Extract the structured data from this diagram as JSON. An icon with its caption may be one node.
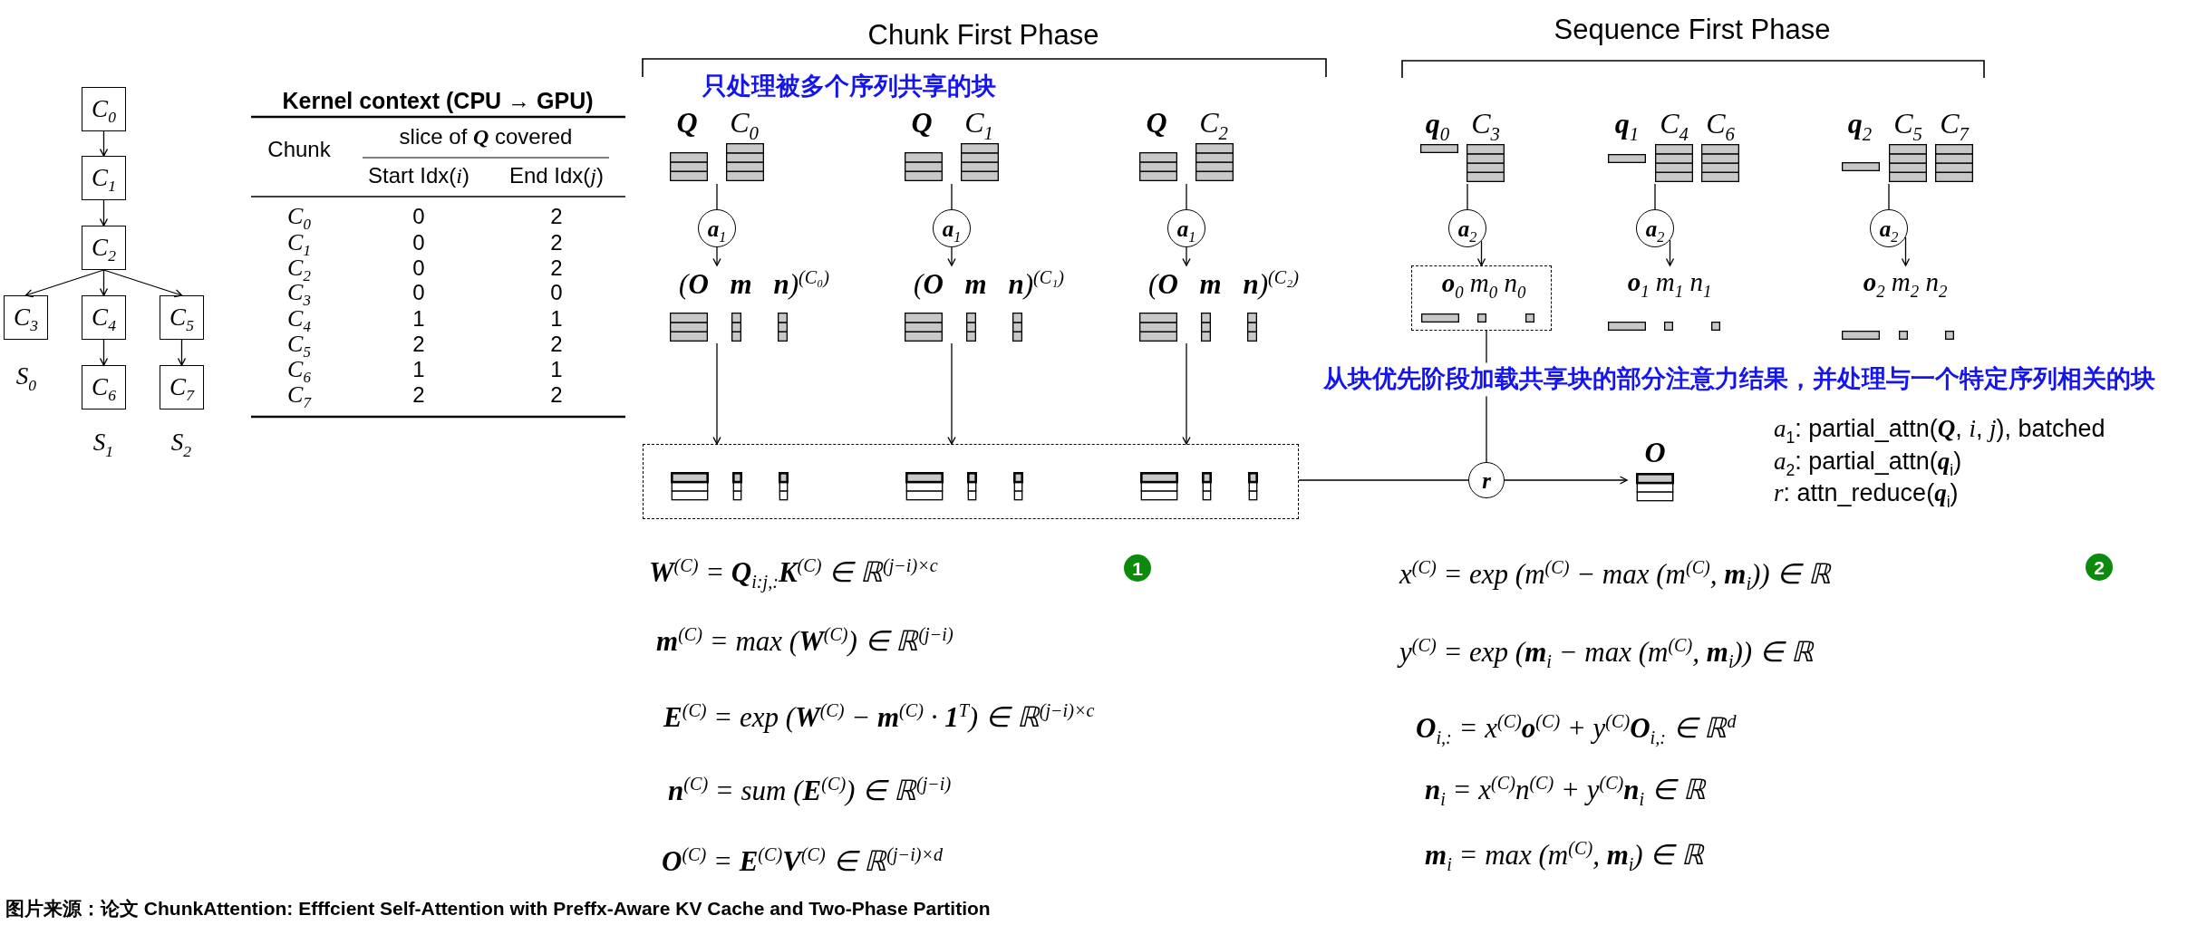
{
  "diagram": {
    "caption": "图片来源：论文 ChunkAttention: Efffcient Self-Attention with Preffx-Aware KV Cache and Two-Phase Partition",
    "nodes": [
      {
        "text": [
          "C$_{0}$"
        ]
      },
      {
        "text": [
          "C$_{1}$"
        ]
      },
      {
        "text": [
          "C$_{2}$"
        ]
      },
      {
        "text": [
          "C$_{3}$"
        ],
        "beside": [
          "S$_{0}$"
        ]
      },
      {
        "text": [
          "C$_{4}$"
        ]
      },
      {
        "text": [
          "C$_{5}$"
        ]
      },
      {
        "text": [
          "C$_{6}$"
        ],
        "beside": [
          "S$_{1}$"
        ]
      },
      {
        "text": [
          "C$_{7}$"
        ],
        "beside": [
          "S$_{2}$"
        ]
      },
      {
        "text": [
          "**Q**",
          "C$_{0}$"
        ]
      },
      {
        "text": [
          "**Q**",
          "C$_{1}$"
        ]
      },
      {
        "text": [
          "**Q**",
          "C$_{2}$"
        ]
      },
      {
        "text": [
          "**q**$_{0}$",
          "C$_{3}$"
        ]
      },
      {
        "text": [
          "**q**$_{1}$",
          "C$_{4}$",
          "C$_{6}$"
        ]
      },
      {
        "text": [
          "**q**$_{2}$",
          "C$_{5}$",
          "C$_{7}$"
        ]
      },
      {
        "text": [
          "**a**$_{1}$"
        ]
      },
      {
        "text": [
          "**a**$_{1}$"
        ]
      },
      {
        "text": [
          "**a**$_{1}$"
        ]
      },
      {
        "text": [
          "**a**$_{2}$"
        ]
      },
      {
        "text": [
          "**a**$_{2}$"
        ]
      },
      {
        "text": [
          "**a**$_{2}$"
        ]
      },
      {
        "text": [
          "(**O** **m** **n**)$^{(C₀)}$"
        ]
      },
      {
        "text": [
          "(**O** **m** **n**)$^{(C₁)}$"
        ]
      },
      {
        "text": [
          "(**O** **m** **n**)$^{(C₂)}$"
        ]
      },
      {
        "text": [
          "**o**$_{0}$ m$_{0}$ n$_{0}$"
        ]
      },
      {
        "text": [
          "**o**$_{1}$ m$_{1}$ n$_{1}$"
        ]
      },
      {
        "text": [
          "**o**$_{2}$ m$_{2}$ n$_{2}$"
        ]
      },
      {
        "text": [],
        "shape": "box"
      },
      {
        "text": [
          "**r**"
        ]
      },
      {
        "text": [
          "**O**"
        ]
      }
    ],
    "edges": [
      {
        "from": 0,
        "to": 1,
        "arrow": "to"
      },
      {
        "from": 1,
        "to": 2,
        "arrow": "to"
      },
      {
        "from": 2,
        "to": 3,
        "arrow": "to"
      },
      {
        "from": 2,
        "to": 4,
        "arrow": "to"
      },
      {
        "from": 2,
        "to": 5,
        "arrow": "to"
      },
      {
        "from": 4,
        "to": 6,
        "arrow": "to"
      },
      {
        "from": 5,
        "to": 7,
        "arrow": "to"
      },
      {
        "from": 8,
        "to": 14,
        "arrow": "none"
      },
      {
        "from": 14,
        "to": 20,
        "arrow": "to"
      },
      {
        "from": 9,
        "to": 15,
        "arrow": "none"
      },
      {
        "from": 15,
        "to": 21,
        "arrow": "to"
      },
      {
        "from": 10,
        "to": 16,
        "arrow": "none"
      },
      {
        "from": 16,
        "to": 22,
        "arrow": "to"
      },
      {
        "from": 11,
        "to": 17,
        "arrow": "none"
      },
      {
        "from": 17,
        "to": 23,
        "arrow": "to"
      },
      {
        "from": 12,
        "to": 18,
        "arrow": "none"
      },
      {
        "from": 18,
        "to": 24,
        "arrow": "to"
      },
      {
        "from": 13,
        "to": 19,
        "arrow": "none"
      },
      {
        "from": 19,
        "to": 25,
        "arrow": "to"
      },
      {
        "from": 20,
        "to": 26,
        "arrow": "to"
      },
      {
        "from": 21,
        "to": 26,
        "arrow": "to"
      },
      {
        "from": 22,
        "to": 26,
        "arrow": "to"
      },
      {
        "from": 26,
        "to": 27,
        "arrow": "none"
      },
      {
        "from": 23,
        "to": 27,
        "arrow": "none"
      },
      {
        "from": 27,
        "to": 28,
        "arrow": "to"
      }
    ],
    "labels": [
      "Kernel context (CPU → GPU)",
      "Chunk",
      "slice of **Q** covered",
      "Start Idx(*i*)",
      "End Idx(*j*)",
      "C$_{0}$",
      "0",
      "2",
      "C$_{1}$",
      "0",
      "2",
      "C$_{2}$",
      "0",
      "2",
      "C$_{3}$",
      "0",
      "0",
      "C$_{4}$",
      "1",
      "1",
      "C$_{5}$",
      "2",
      "2",
      "C$_{6}$",
      "1",
      "1",
      "C$_{7}$",
      "2",
      "2",
      "Chunk First Phase",
      "只处理被多个序列共享的块",
      "Sequence First Phase",
      "从块优先阶段加载共享块的部分注意力结果，并处理与一个特定序列相关的块",
      "*a*$_{1}$: partial_attn(**Q**, *i*, *j*), batched",
      "*a*$_{2}$: partial_attn(**q**$_{i}$)",
      "*r*: attn_reduce(**q**$_{i}$)",
      "**W**$^{(C)}$ = **Q**$_{i:j,:}$**K**$^{(C)}$ ∈ ℝ$^{(j−i)×c}$",
      "1",
      "**m**$^{(C)}$ = max (**W**$^{(C)}$) ∈ ℝ$^{(j−i)}$",
      "**E**$^{(C)}$ = exp (**W**$^{(C)}$ − **m**$^{(C)}$ · **1**$^{T}$) ∈ ℝ$^{(j−i)×c}$",
      "**n**$^{(C)}$ = sum (**E**$^{(C)}$) ∈ ℝ$^{(j−i)}$",
      "**O**$^{(C)}$ = **E**$^{(C)}$**V**$^{(C)}$ ∈ ℝ$^{(j−i)×d}$",
      "x$^{(C)}$ = exp (m$^{(C)}$ − max (m$^{(C)}$, **m**$_{i}$)) ∈ ℝ",
      "2",
      "y$^{(C)}$ = exp (**m**$_{i}$ − max (m$^{(C)}$, **m**$_{i}$)) ∈ ℝ",
      "**O**$_{i,:}$ = x$^{(C)}$**o**$^{(C)}$ + y$^{(C)}$**O**$_{i,:}$ ∈ ℝ$^{d}$",
      "**n**$_{i}$ = x$^{(C)}$n$^{(C)}$ + y$^{(C)}$**n**$_{i}$ ∈ ℝ",
      "**m**$_{i}$ = max (m$^{(C)}$, **m**$_{i}$) ∈ ℝ"
    ]
  }
}
